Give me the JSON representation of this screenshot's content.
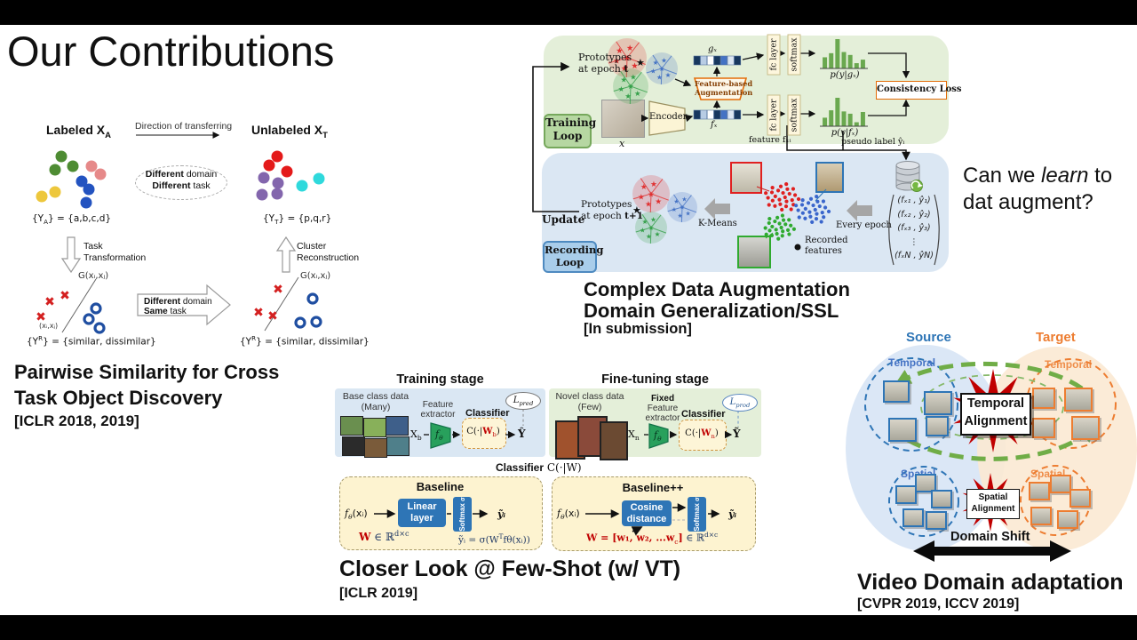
{
  "title": "Our Contributions",
  "pairwise": {
    "labeled_pre": "Labeled X",
    "labeled_sub": "A",
    "transfer": "Direction of transferring",
    "unlabeled_pre": "Unlabeled X",
    "unlabeled_sub": "T",
    "ya_pre": "{Y",
    "ya_sub": "A",
    "ya_post": "} = {a,b,c,d}",
    "yt_pre": "{Y",
    "yt_sub": "T",
    "yt_post": "} = {p,q,r}",
    "dd_b1": "Different",
    "dd_r1": " domain",
    "dd_b2": "Different",
    "dd_r2": " task",
    "tt_l1": "Task",
    "tt_l2": "Transformation",
    "cr_l1": "Cluster",
    "cr_l2": "Reconstruction",
    "g_label": "G(xᵢ,xⱼ)",
    "xij": "(xᵢ,xⱼ)",
    "ds_b1": "Different",
    "ds_r1": " domain",
    "ds_b2": "Same",
    "ds_r2": " task",
    "yr_pre": "{Y",
    "yr_sup": "R",
    "yr_post": "} = {similar, dissimilar}",
    "h1": "Pairwise Similarity for Cross",
    "h2": "Task Object Discovery",
    "venue": "[ICLR 2018, 2019]"
  },
  "ssl": {
    "proto_l1": "Prototypes",
    "proto_l2": "at epoch ",
    "proto_t": "t",
    "star": "★",
    "loop1_l1": "Training",
    "loop1_l2": "Loop",
    "x": "x",
    "encoder": "Encoder",
    "gx": "gₓ",
    "fx": "fₓ",
    "aug_l1": "Feature-based",
    "aug_l2": "Augmentation",
    "fc": "fc layer",
    "sm": "softmax",
    "pgx": "p(y|gₓ)",
    "pfx": "p(y|fₓ)",
    "hist_gx": [
      0.38,
      0.52,
      1,
      0.56,
      0.46,
      0.18,
      0.3
    ],
    "hist_fx": [
      0.3,
      0.56,
      1,
      0.52,
      0.44,
      0.14,
      0.5
    ],
    "closs": "Consistency Loss",
    "feat": "feature fₓᵢ",
    "pseudo": "pseudo label ŷᵢ",
    "update": "Update",
    "proto2_l1": "Prototypes",
    "proto2_l2": "at epoch ",
    "proto2_t": "t+1",
    "kmeans": "K-Means",
    "every": "Every epoch",
    "rec_l1": "Recorded",
    "rec_l2": "features",
    "loop2_l1": "Recording",
    "loop2_l2": "Loop",
    "vectors": [
      "(fₓ₁ , ŷ₁)",
      "(fₓ₂ , ŷ₂)",
      "(fₓ₃ , ŷ₃)",
      "⋮",
      "(fₓN , ŷN)"
    ],
    "h1": "Complex Data Augmentation",
    "h2": "Domain Generalization/SSL",
    "venue": "[In submission]"
  },
  "question": {
    "pre": "Can we ",
    "it": "learn",
    "post": " to",
    "l2": "dat augment?"
  },
  "fewshot": {
    "t1": "Training stage",
    "t2": "Fine-tuning stage",
    "base_l1": "Base class data",
    "base_l2": "(Many)",
    "novel_l1": "Novel class data",
    "novel_l2": "(Few)",
    "fe_l1": "Feature",
    "fe_l2": "extractor",
    "fixed": "Fixed",
    "classifier": "Classifier",
    "xb_pre": "X",
    "xb_sub": "b",
    "xn_pre": "X",
    "xn_sub": "n",
    "f_pre": "f",
    "f_sub": "θ",
    "fxi_post": "(xᵢ)",
    "cw_pre": "C(·|",
    "cwb_w": "W",
    "cwb_sub": "b",
    "cwn_sub": "n",
    "cw_post": ")",
    "yhat": "Ŷ",
    "ytilde": "Ỹ",
    "lpred_pre": "L",
    "lpred_sub": "pred",
    "lprod_pre": "L",
    "lprod_sub": "prod",
    "cls_b": "Classifier",
    "cls_rest": " C(·|W)",
    "baseline": "Baseline",
    "baselinepp": "Baseline++",
    "lin_l1": "Linear",
    "lin_l2": "layer",
    "cos_l1": "Cosine",
    "cos_l2": "distance",
    "softmax": "Softmax",
    "sigma": "σ",
    "yti": "ỹᵢ",
    "w1_red": "W",
    "w1_rest": " ∈ ℝ",
    "w1_sup": "d×c",
    "yeq_pre": "ỹᵢ = σ(W",
    "yeq_sup": "T",
    "yeq_post": "fθ(xᵢ))",
    "w2_red": "W = [w₁, w₂, ...w",
    "w2_redsub": "c",
    "w2_red2": "]",
    "w2_rest": " ∈ ℝ",
    "w2_sup": "d×c",
    "h": "Closer Look @ Few-Shot (w/ VT)",
    "venue": "[ICLR 2019]"
  },
  "video": {
    "source": "Source",
    "target": "Target",
    "temporal": "Temporal",
    "spatial": "Spatial",
    "ta_l1": "Temporal",
    "ta_l2": "Alignment",
    "sa_l1": "Spatial",
    "sa_l2": "Alignment",
    "shift": "Domain Shift",
    "h": "Video Domain adaptation",
    "venue": "[CVPR 2019, ICCV 2019]"
  },
  "colors": {
    "accent_green": "#70ad47",
    "accent_blue": "#2e75b6",
    "accent_orange": "#ed7d31",
    "loss_border": "#e36c09",
    "formula_red": "#c00000"
  }
}
